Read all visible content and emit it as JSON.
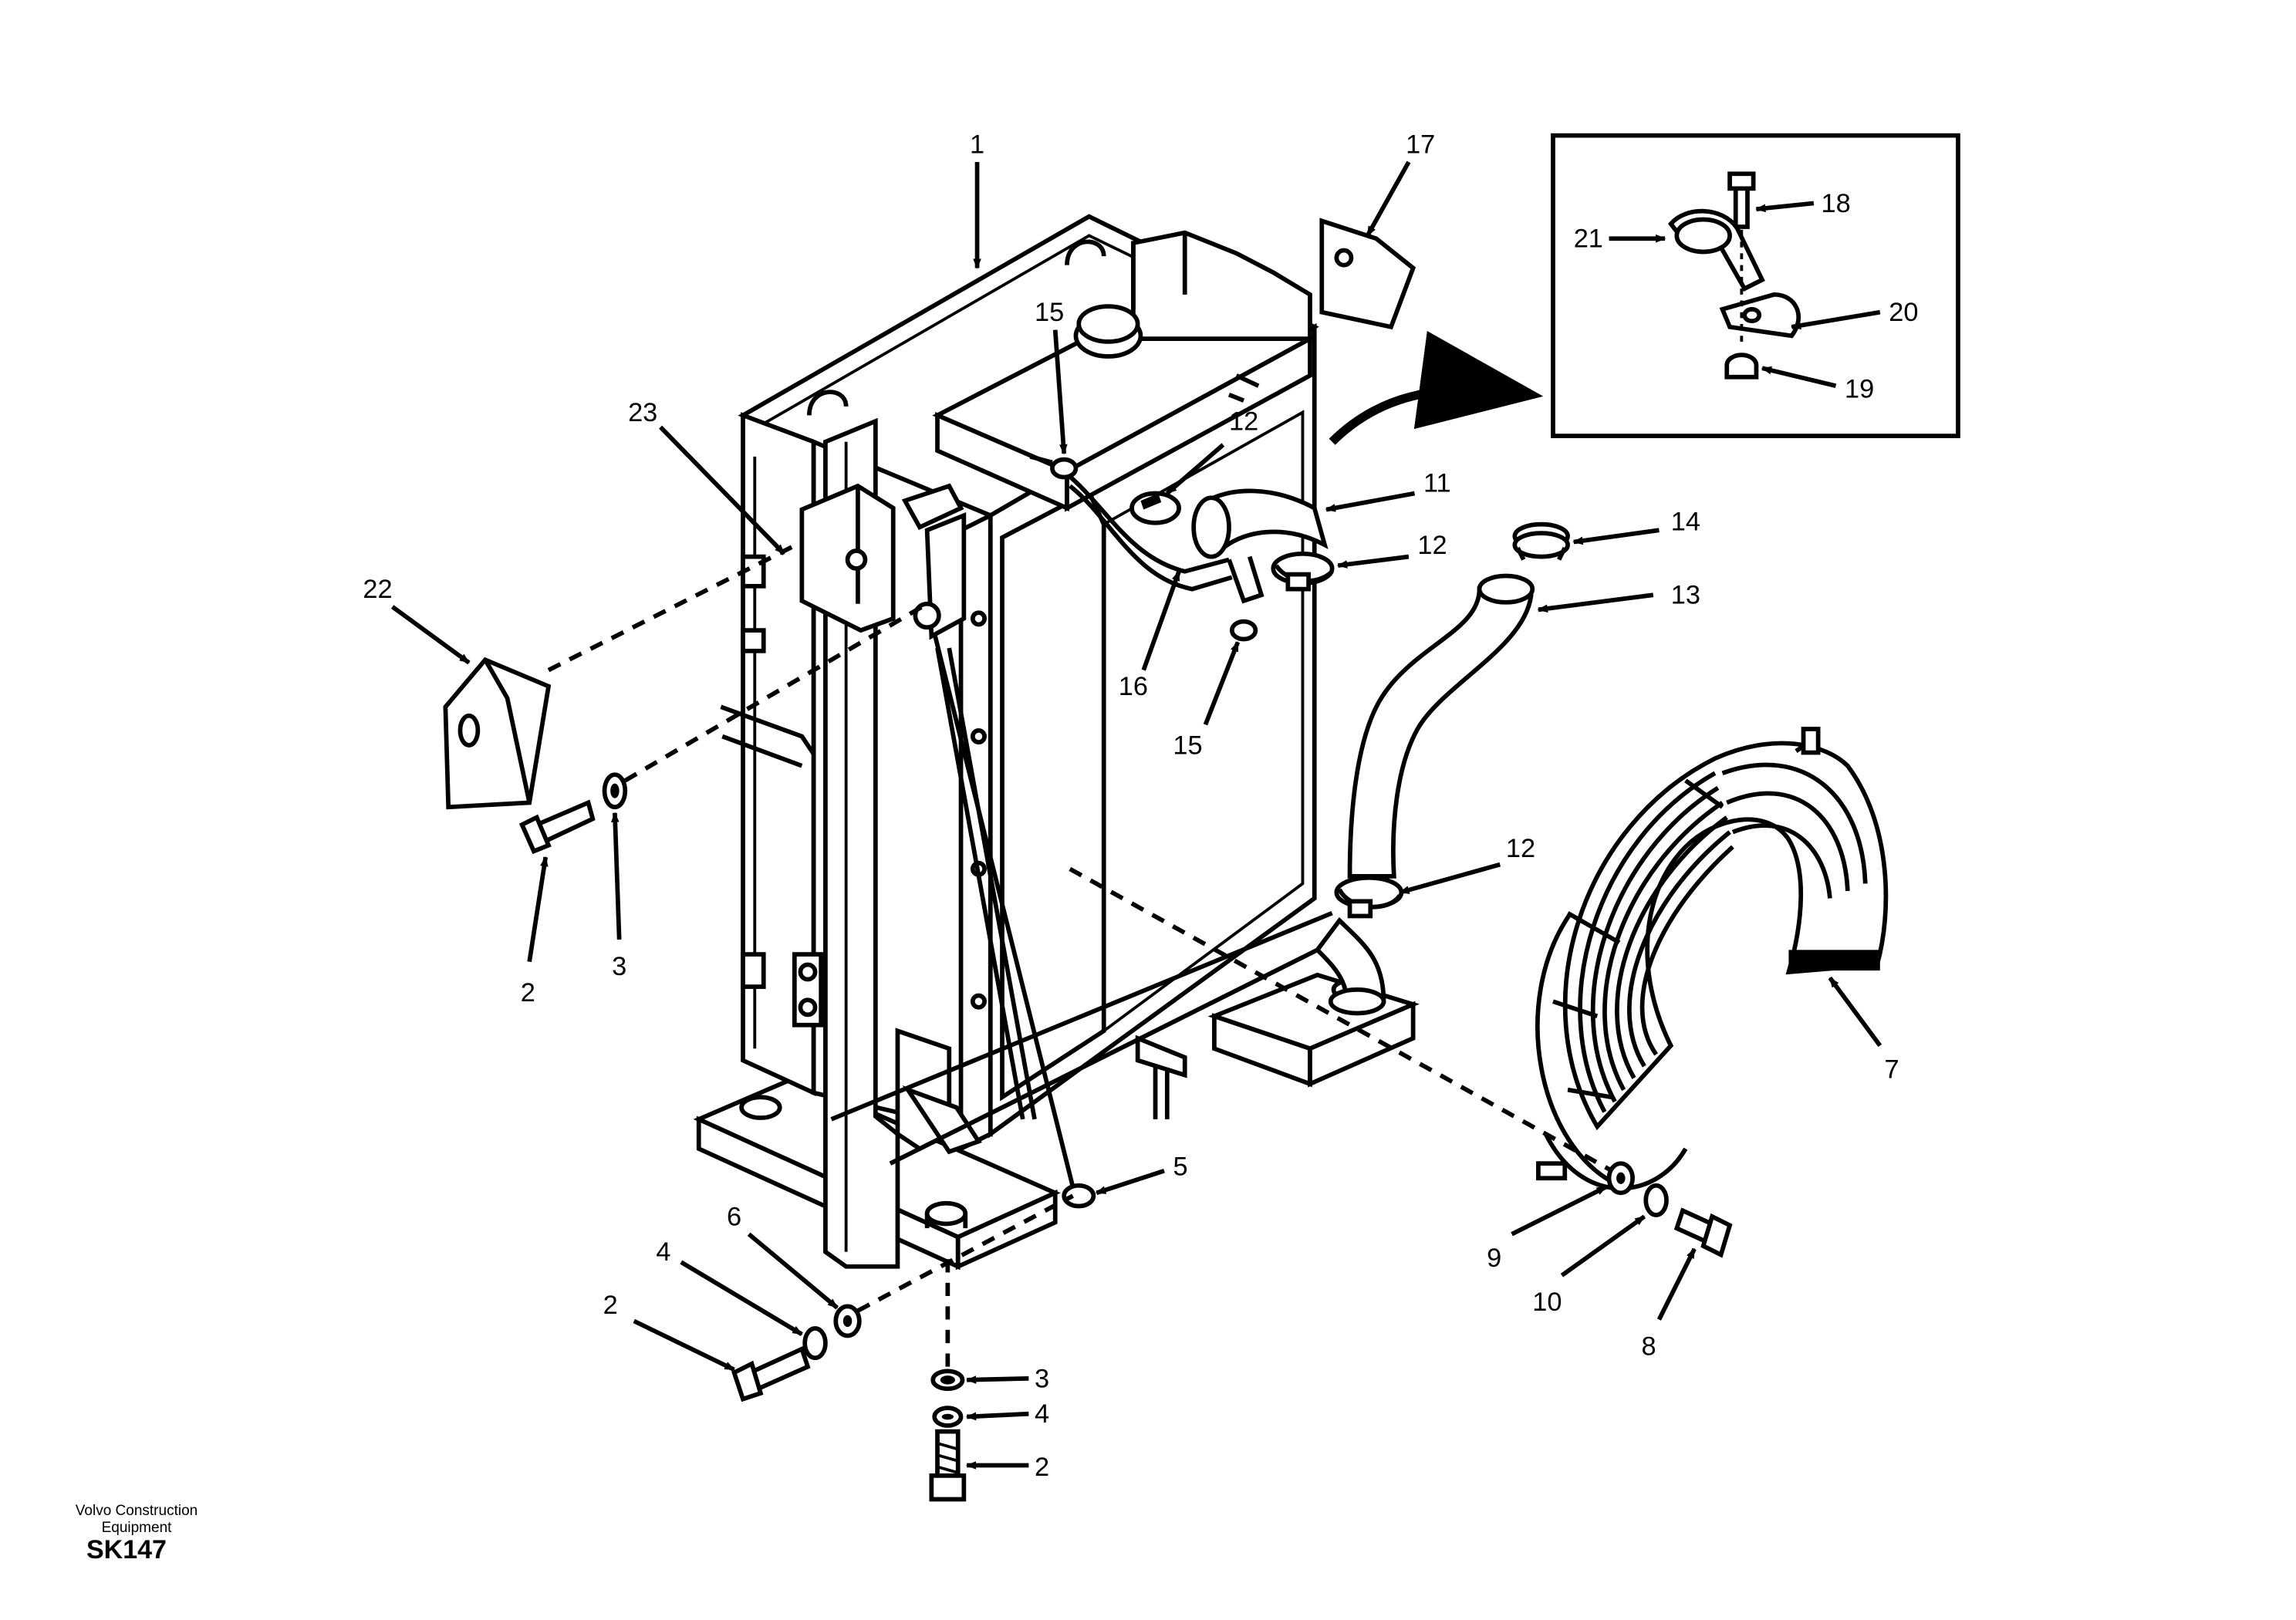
{
  "diagram": {
    "callouts": [
      {
        "id": "c1",
        "label": "1"
      },
      {
        "id": "c17",
        "label": "17"
      },
      {
        "id": "c18",
        "label": "18"
      },
      {
        "id": "c21",
        "label": "21"
      },
      {
        "id": "c20",
        "label": "20"
      },
      {
        "id": "c19",
        "label": "19"
      },
      {
        "id": "c15a",
        "label": "15"
      },
      {
        "id": "c12a",
        "label": "12"
      },
      {
        "id": "c23",
        "label": "23"
      },
      {
        "id": "c11",
        "label": "11"
      },
      {
        "id": "c12b",
        "label": "12"
      },
      {
        "id": "c14",
        "label": "14"
      },
      {
        "id": "c13",
        "label": "13"
      },
      {
        "id": "c22",
        "label": "22"
      },
      {
        "id": "c16",
        "label": "16"
      },
      {
        "id": "c15b",
        "label": "15"
      },
      {
        "id": "c2a",
        "label": "2"
      },
      {
        "id": "c3a",
        "label": "3"
      },
      {
        "id": "c12c",
        "label": "12"
      },
      {
        "id": "c7",
        "label": "7"
      },
      {
        "id": "c5",
        "label": "5"
      },
      {
        "id": "c6",
        "label": "6"
      },
      {
        "id": "c4a",
        "label": "4"
      },
      {
        "id": "c2b",
        "label": "2"
      },
      {
        "id": "c3b",
        "label": "3"
      },
      {
        "id": "c4b",
        "label": "4"
      },
      {
        "id": "c2c",
        "label": "2"
      },
      {
        "id": "c9",
        "label": "9"
      },
      {
        "id": "c10",
        "label": "10"
      },
      {
        "id": "c8",
        "label": "8"
      }
    ]
  },
  "footer": {
    "company_line1": "Volvo Construction",
    "company_line2": "Equipment",
    "figure_code": "SK147"
  }
}
